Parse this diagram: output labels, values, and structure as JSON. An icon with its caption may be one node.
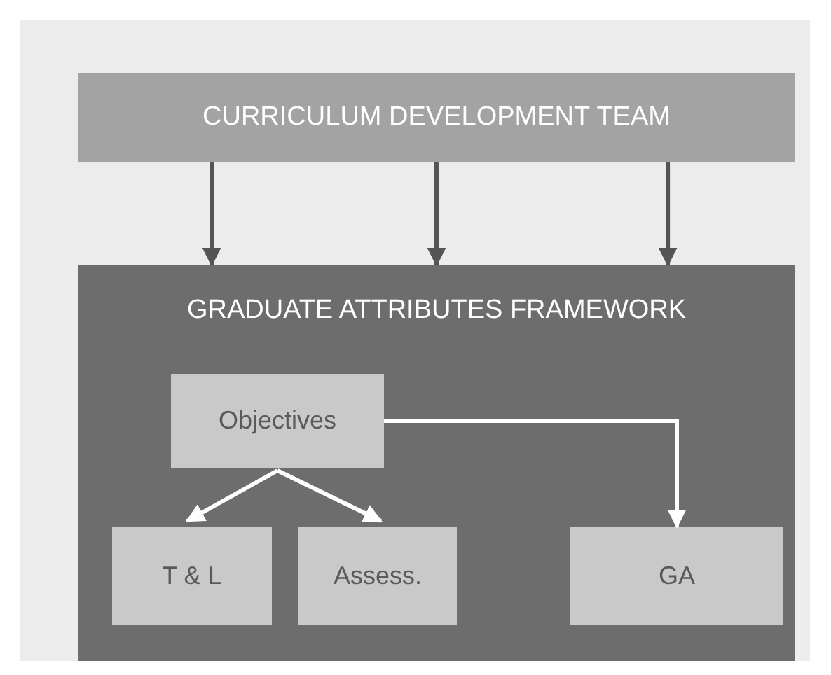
{
  "diagram": {
    "nodes": [
      {
        "text": [
          "CURRICULUM DEVELOPMENT TEAM"
        ]
      },
      {
        "text": [
          "GRADUATE ATTRIBUTES FRAMEWORK"
        ]
      },
      {
        "text": [
          "Objectives"
        ],
        "in": 1
      },
      {
        "text": [
          "T & L"
        ],
        "in": 1
      },
      {
        "text": [
          "Assess."
        ],
        "in": 1
      },
      {
        "text": [
          "GA"
        ],
        "in": 1
      }
    ],
    "edges": [
      {
        "from": 0,
        "to": 1,
        "arrow": "to"
      },
      {
        "from": 0,
        "to": 1,
        "arrow": "to"
      },
      {
        "from": 0,
        "to": 1,
        "arrow": "to"
      },
      {
        "from": 2,
        "to": 3,
        "arrow": "to",
        "color": "#ffffff"
      },
      {
        "from": 2,
        "to": 4,
        "arrow": "to",
        "color": "#ffffff"
      },
      {
        "from": 2,
        "to": 5,
        "arrow": "to",
        "color": "#ffffff"
      }
    ]
  }
}
